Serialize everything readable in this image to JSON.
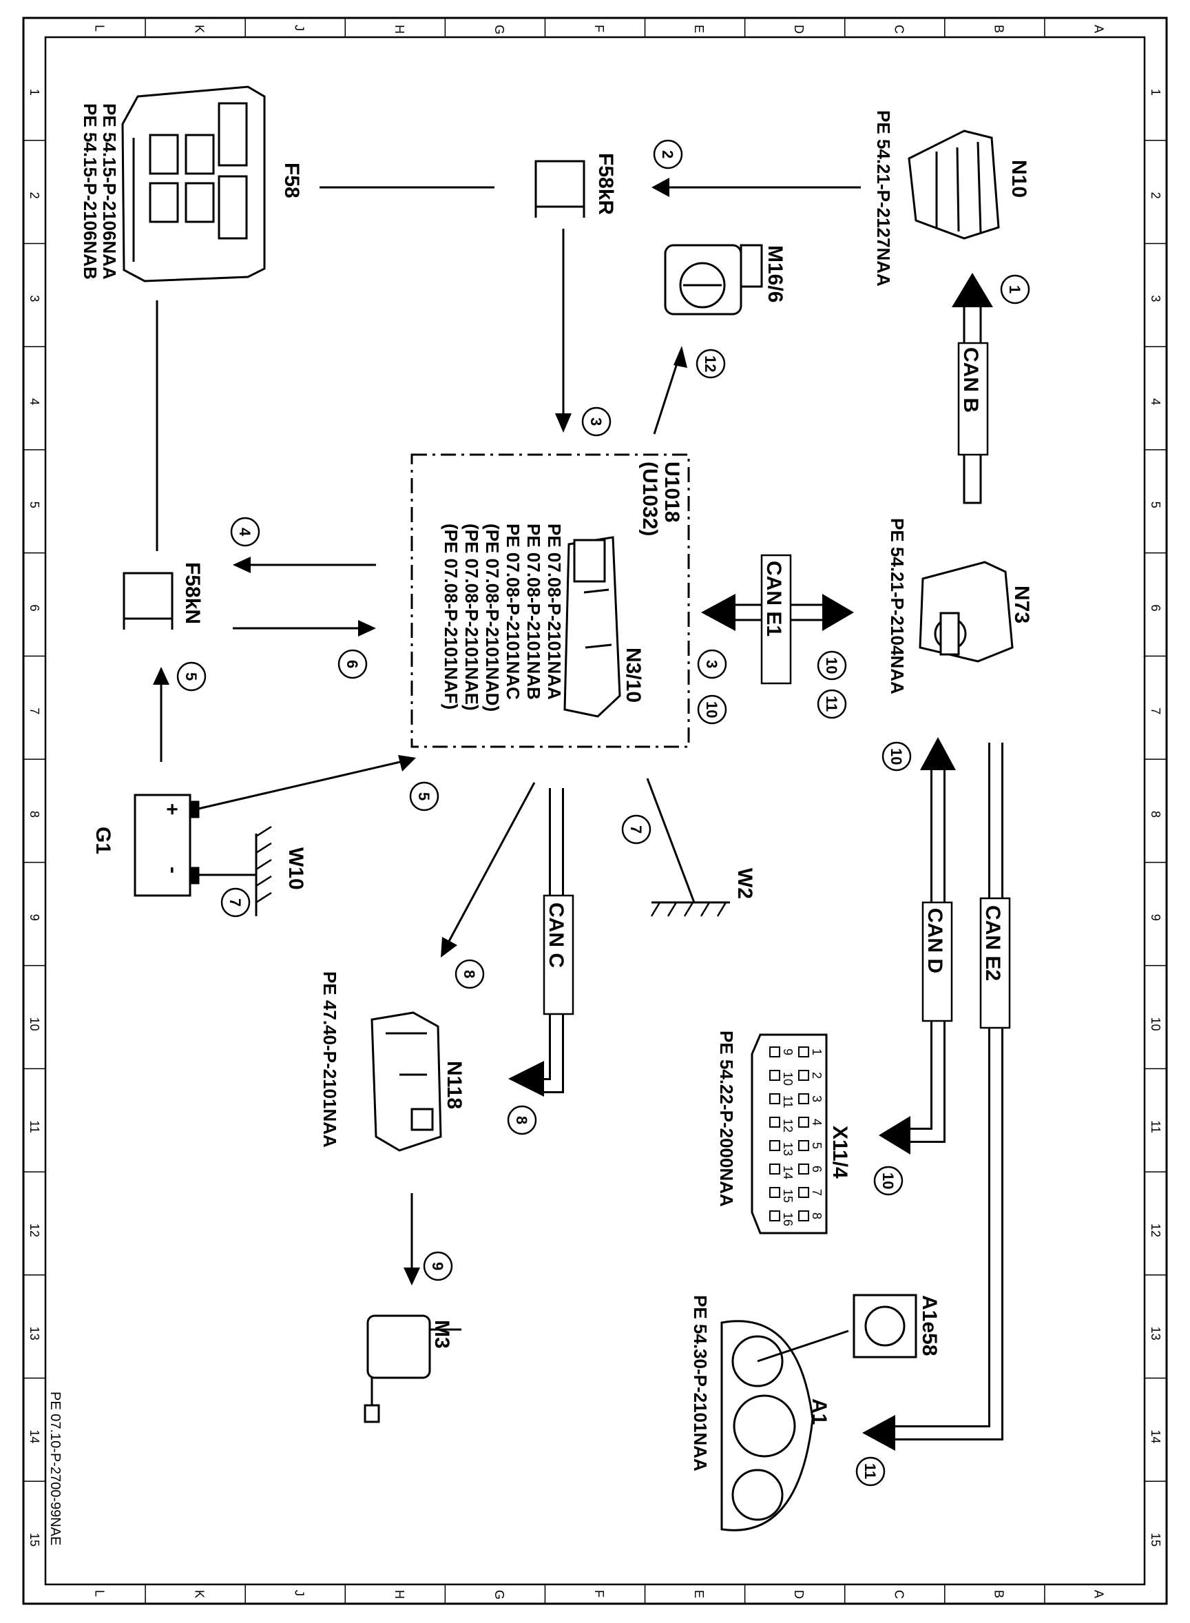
{
  "grid": {
    "letters": [
      "L",
      "K",
      "J",
      "H",
      "G",
      "F",
      "E",
      "D",
      "C",
      "B",
      "A"
    ],
    "numbers": [
      "1",
      "2",
      "3",
      "4",
      "5",
      "6",
      "7",
      "8",
      "9",
      "10",
      "11",
      "12",
      "13",
      "14",
      "15"
    ]
  },
  "components": {
    "f58": "F58",
    "f58_refs": [
      "PE 54.15-P-2106NAA",
      "PE 54.15-P-2106NAB"
    ],
    "f58kr": "F58kR",
    "n10": "N10",
    "n10_ref": "PE 54.21-P-2127NAA",
    "m16_6": "M16/6",
    "ecu_label": "U1018\n(U1032)",
    "ecu_line1": "U1018",
    "ecu_line2": "(U1032)",
    "n3_10": "N3/10",
    "n3_10_refs": [
      "PE 07.08-P-2101NAA",
      "PE 07.08-P-2101NAB",
      "PE 07.08-P-2101NAC",
      "(PE 07.08-P-2101NAD)",
      "(PE 07.08-P-2101NAE)",
      "(PE 07.08-P-2101NAF)"
    ],
    "f58kn": "F58kN",
    "n73": "N73",
    "n73_ref": "PE 54.21-P-2104NAA",
    "g1": "G1",
    "w10": "W10",
    "w2": "W2",
    "n118": "N118",
    "n118_ref": "PE 47.40-P-2101NAA",
    "x11_4": "X11/4",
    "x11_4_ref": "PE 54.22-P-2000NAA",
    "m3": "M3",
    "a1e58": "A1e58",
    "a1": "A1",
    "a1_ref": "PE 54.30-P-2101NAA"
  },
  "buses": {
    "can_b": "CAN B",
    "can_e1": "CAN E1",
    "can_c": "CAN C",
    "can_d": "CAN D",
    "can_e2": "CAN E2"
  },
  "steps": {
    "s1": "1",
    "s2": "2",
    "s3": "3",
    "s4": "4",
    "s5": "5",
    "s6": "6",
    "s7": "7",
    "s8": "8",
    "s9": "9",
    "s10": "10",
    "s11": "11",
    "s12": "12"
  },
  "battery": {
    "plus": "+",
    "minus": "-"
  },
  "x11_pins_top": [
    "1",
    "2",
    "3",
    "4",
    "5",
    "6",
    "7",
    "8"
  ],
  "x11_pins_bottom": [
    "9",
    "10",
    "11",
    "12",
    "13",
    "14",
    "15",
    "16"
  ],
  "footer": "PE 07.10-P-2700-99NAE"
}
